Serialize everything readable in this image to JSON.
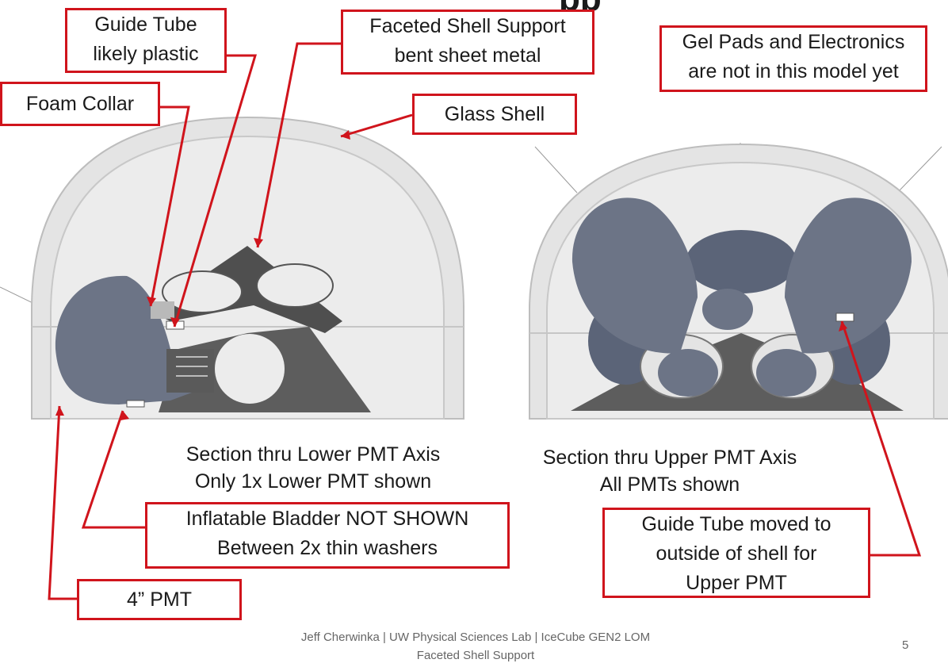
{
  "title_fragment": "pp",
  "callouts": {
    "guide_tube": [
      "Guide Tube",
      "likely plastic"
    ],
    "faceted_support": [
      "Faceted Shell Support",
      "bent sheet metal"
    ],
    "gel_pads": [
      "Gel Pads and Electronics",
      "are not in this model yet"
    ],
    "foam_collar": [
      "Foam Collar"
    ],
    "glass_shell": [
      "Glass Shell"
    ],
    "bladder": [
      "Inflatable Bladder NOT SHOWN",
      "Between 2x thin washers"
    ],
    "pmt4": [
      "4” PMT"
    ],
    "guide_moved": [
      "Guide Tube moved to",
      "outside of shell for",
      "Upper PMT"
    ]
  },
  "captions": {
    "lower": [
      "Section thru Lower PMT Axis",
      "Only 1x Lower PMT shown"
    ],
    "upper": [
      "Section thru Upper PMT Axis",
      "All PMTs shown"
    ]
  },
  "footer": [
    "Jeff Cherwinka  | UW  Physical Sciences Lab | IceCube GEN2 LOM",
    "Faceted Shell Support"
  ],
  "page_number": "5",
  "colors": {
    "callout_border": "#d0141c",
    "shell": "#e2e2e2",
    "metal": "#555555",
    "pmt": "#6c7486"
  }
}
